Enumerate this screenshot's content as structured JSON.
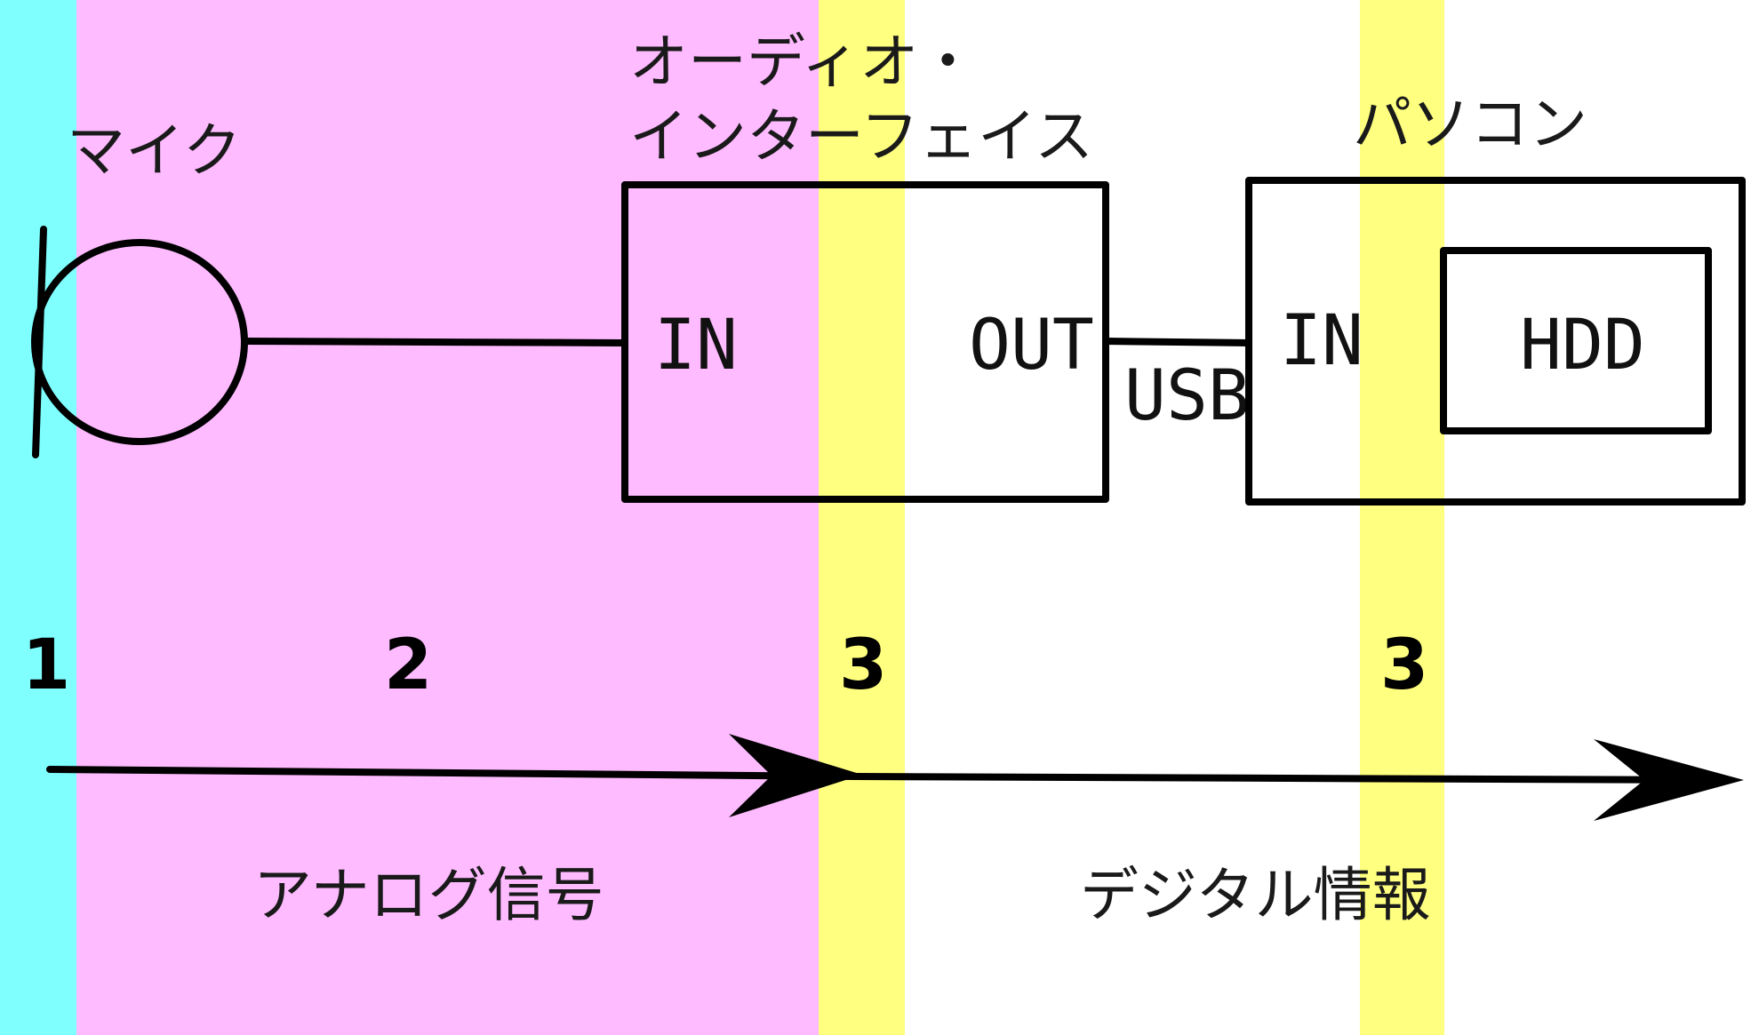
{
  "colors": {
    "zone1": "#80ffff",
    "zone2": "#ffbbff",
    "zone3": "#ffff80",
    "line": "#000000"
  },
  "labels": {
    "mic": "マイク",
    "interface_line1": "オーディオ・",
    "interface_line2": "インターフェイス",
    "pc": "パソコン",
    "interface_in": "IN",
    "interface_out": "OUT",
    "usb": "USB",
    "pc_in": "IN",
    "hdd": "HDD",
    "analog": "アナログ信号",
    "digital": "デジタル情報"
  },
  "zones": {
    "zone1": "1",
    "zone2": "2",
    "zone3a": "3",
    "zone3b": "3"
  }
}
